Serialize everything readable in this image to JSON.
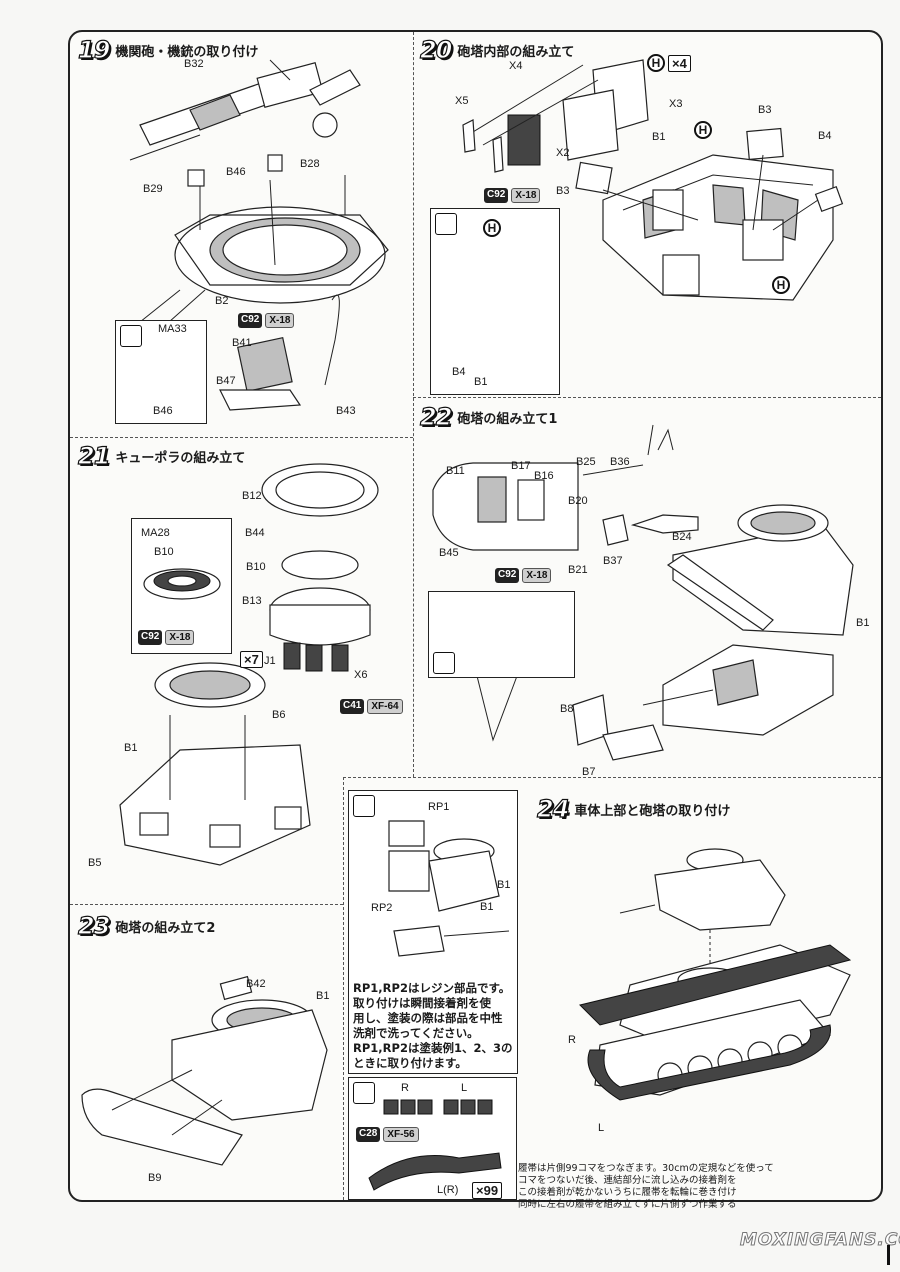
{
  "steps": {
    "s19": {
      "num": "19",
      "title": "機関砲・機銃の取り付け",
      "labels": {
        "b32": "B32",
        "b28": "B28",
        "b29": "B29",
        "b46": "B46",
        "b2": "B2",
        "ma33": "MA33",
        "b46b": "B46",
        "b41": "B41",
        "b47": "B47",
        "b43": "B43"
      },
      "paint": {
        "c": "C92",
        "x": "X-18"
      }
    },
    "s20": {
      "num": "20",
      "title": "砲塔内部の組み立て",
      "labels": {
        "x4": "X4",
        "x5": "X5",
        "x3": "X3",
        "x2": "X2",
        "b3a": "B3",
        "b3b": "B3",
        "b1": "B1",
        "b4": "B4",
        "b4b": "B4",
        "b1b": "B1"
      },
      "paint": {
        "c": "C92",
        "x": "X-18"
      },
      "h": "H",
      "mult": "×4"
    },
    "s21": {
      "num": "21",
      "title": "キューポラの組み立て",
      "labels": {
        "b12": "B12",
        "b44": "B44",
        "b10": "B10",
        "b13": "B13",
        "j1": "J1",
        "x6": "X6",
        "ma28": "MA28",
        "b10b": "B10",
        "b6": "B6",
        "b1": "B1",
        "b5": "B5"
      },
      "paint": {
        "c": "C92",
        "x": "X-18"
      },
      "paint2": {
        "c": "C41",
        "x": "XF-64"
      },
      "mult": "×7"
    },
    "s22": {
      "num": "22",
      "title": "砲塔の組み立て1",
      "labels": {
        "b25": "B25",
        "b36": "B36",
        "b11": "B11",
        "b17": "B17",
        "b16": "B16",
        "b20": "B20",
        "b24": "B24",
        "b37": "B37",
        "b21": "B21",
        "b45": "B45",
        "b1": "B1",
        "b8": "B8",
        "b7": "B7"
      },
      "paint": {
        "c": "C92",
        "x": "X-18"
      }
    },
    "s23": {
      "num": "23",
      "title": "砲塔の組み立て2",
      "labels": {
        "b42": "B42",
        "b1": "B1",
        "b9": "B9"
      }
    },
    "s24": {
      "num": "24",
      "title": "車体上部と砲塔の取り付け",
      "labels": {
        "rp1": "RP1",
        "b1": "B1",
        "rp2": "RP2",
        "b1b": "B1",
        "r": "R",
        "l": "L",
        "r2": "R",
        "l2": "L",
        "lr": "L(R)"
      },
      "resin_note_1": "RP1,RP2はレジン部品です。\n取り付けは瞬間接着剤を使\n用し、塗装の際は部品を中性\n洗剤で洗ってください。",
      "resin_note_2": "RP1,RP2は塗装例1、2、3の\nときに取り付けます。",
      "paint": {
        "c": "C28",
        "x": "XF-56"
      },
      "mult": "×99",
      "track_note": "履帯は片側99コマをつなぎます。30cmの定規などを使って\nコマをつないだ後、連結部分に流し込みの接着剤を\nこの接着剤が乾かないうちに履帯を転輪に巻き付け\n同時に左右の履帯を組み立てずに片側ずつ作業する"
    }
  },
  "watermark": "MOXINGFANS.COM"
}
